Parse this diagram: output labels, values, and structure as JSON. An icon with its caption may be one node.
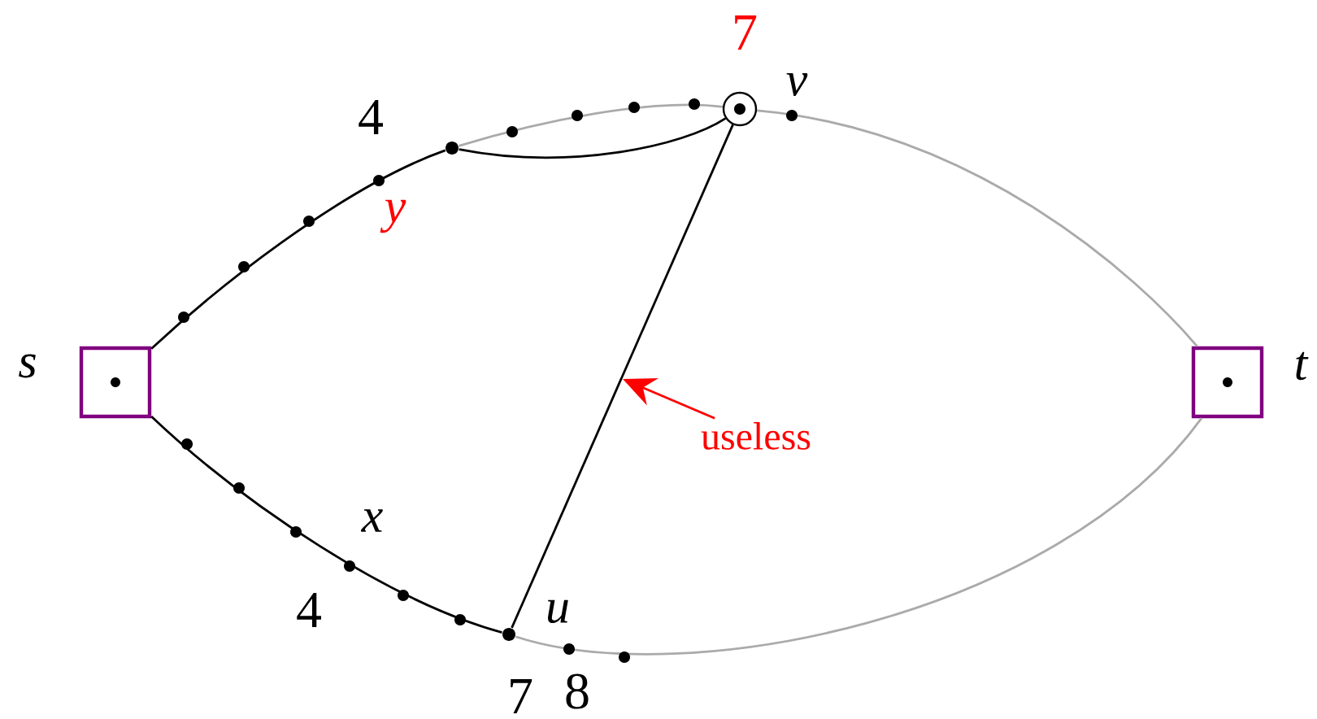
{
  "diagram": {
    "nodes": [
      {
        "text": [],
        "shape": "box",
        "beside": [
          "s"
        ]
      },
      {
        "text": [],
        "shape": "box",
        "beside": [
          "t"
        ]
      },
      {
        "text": [],
        "shape": "circle",
        "beside": [
          "7",
          "v"
        ]
      },
      {
        "text": [],
        "shape": "circle",
        "beside": [
          "u"
        ]
      },
      {
        "text": [],
        "shape": "circle"
      },
      {
        "text": [
          "useless"
        ]
      }
    ],
    "edges": [
      {
        "from": 0,
        "to": 4,
        "arrow": "none"
      },
      {
        "from": 4,
        "to": 2,
        "arrow": "none",
        "color": "#aaaaaa"
      },
      {
        "from": 4,
        "to": 2,
        "arrow": "none"
      },
      {
        "from": 2,
        "to": 1,
        "arrow": "none",
        "color": "#aaaaaa"
      },
      {
        "from": 0,
        "to": 3,
        "arrow": "none"
      },
      {
        "from": 3,
        "to": 1,
        "arrow": "none",
        "color": "#aaaaaa"
      },
      {
        "from": 3,
        "to": 2,
        "arrow": "none"
      },
      {
        "from": 5,
        "to": null,
        "arrow": "to",
        "color": "#ff0000"
      }
    ],
    "labels": [
      "4",
      "y",
      "x",
      "4",
      "7",
      "8"
    ]
  }
}
